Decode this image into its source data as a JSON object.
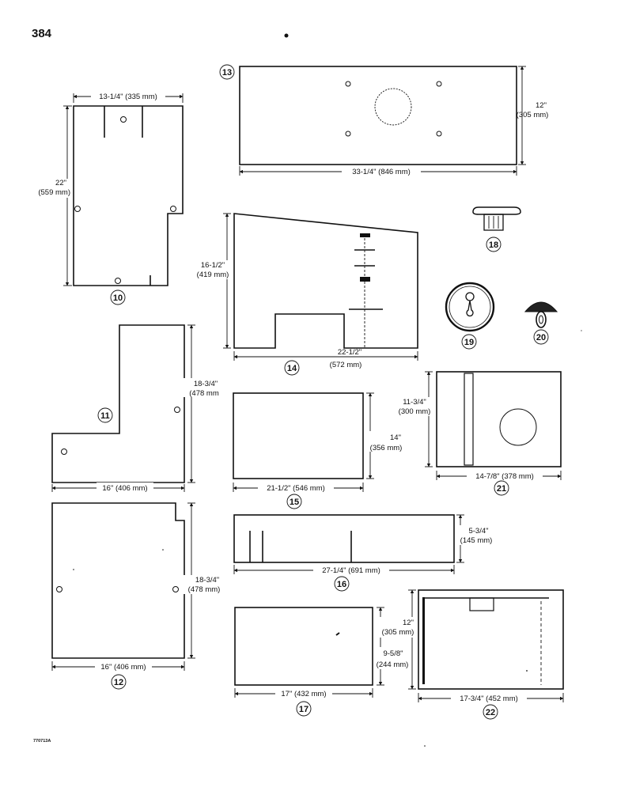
{
  "page_number": "384",
  "figure_code": "770713A",
  "parts": [
    {
      "num": "10",
      "width": "13-1/4\" (335 mm)",
      "height_in": "22\"",
      "height_mm": "(559 mm)"
    },
    {
      "num": "11",
      "width": "16\" (406 mm)",
      "height_in": "18-3/4\"",
      "height_mm": "(478 mm"
    },
    {
      "num": "12",
      "width": "16\" (406 mm)",
      "height_in": "18-3/4\"",
      "height_mm": "(478 mm)"
    },
    {
      "num": "13",
      "width": "33-1/4\" (846 mm)",
      "height_in": "12\"",
      "height_mm": "(305 mm)"
    },
    {
      "num": "14",
      "width_in": "22-1/2\"",
      "width_mm": "(572 mm)",
      "height_in": "16-1/2\"",
      "height_mm": "(419 mm)"
    },
    {
      "num": "15",
      "width": "21-1/2\" (546 mm)",
      "height_in": "14\"",
      "height_mm": "(356 mm)"
    },
    {
      "num": "16",
      "width": "27-1/4\" (691 mm)",
      "height_in": "5-3/4\"",
      "height_mm": "(145 mm)"
    },
    {
      "num": "17",
      "width": "17\" (432 mm)",
      "height_in": "9-5/8\"",
      "height_mm": "(244 mm)"
    },
    {
      "num": "18"
    },
    {
      "num": "19"
    },
    {
      "num": "20"
    },
    {
      "num": "21",
      "width": "14-7/8\" (378 mm)",
      "height_in": "11-3/4\"",
      "height_mm": "(300 mm)"
    },
    {
      "num": "22",
      "width": "17-3/4\" (452 mm)",
      "height_in": "12\"",
      "height_mm": "(305 mm)"
    }
  ]
}
